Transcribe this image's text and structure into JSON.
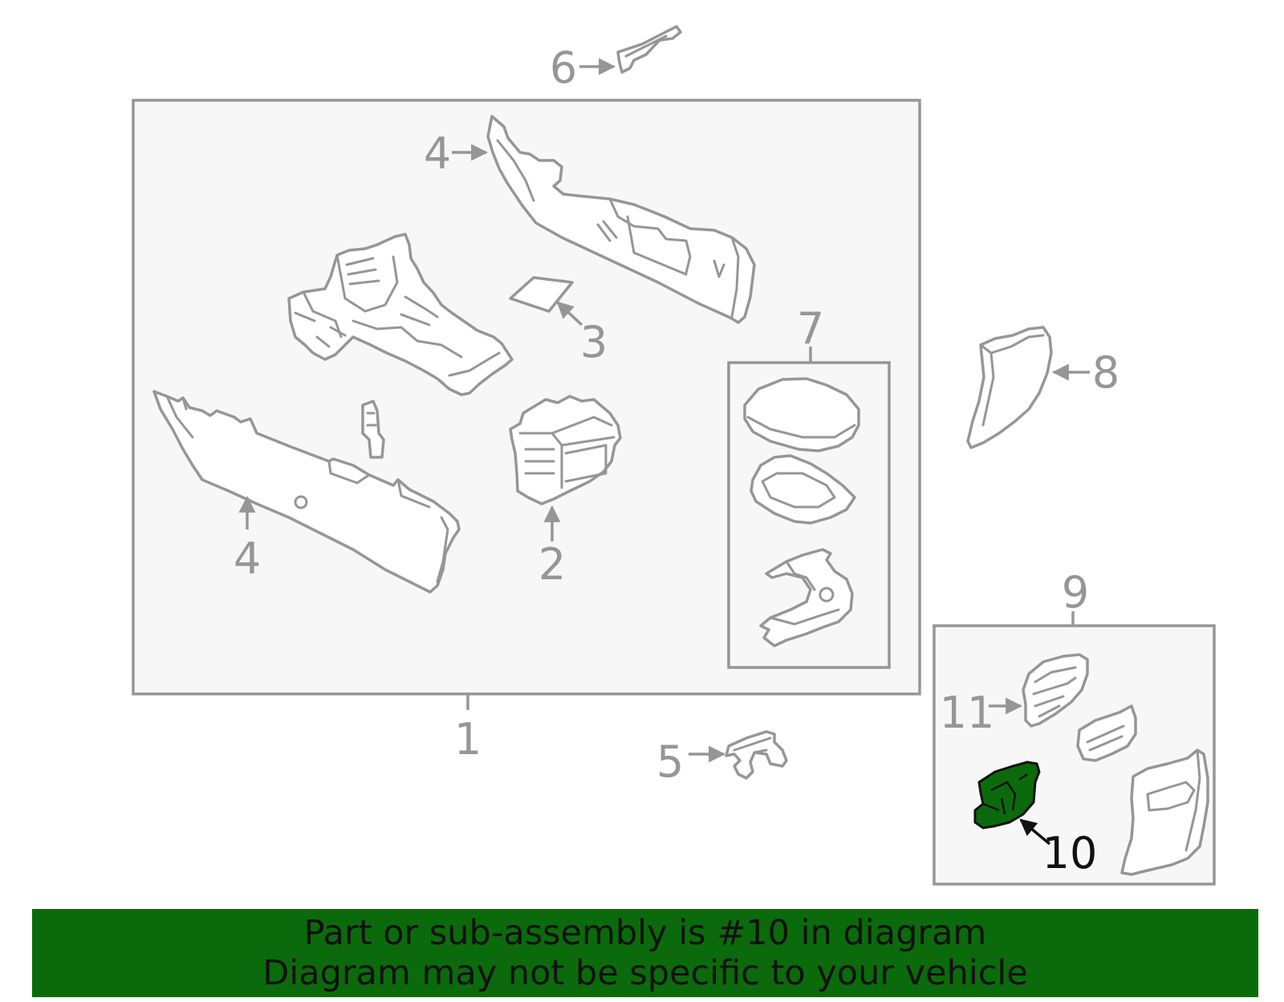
{
  "callouts": {
    "c1": "1",
    "c2": "2",
    "c3": "3",
    "c4_top": "4",
    "c4_bottom": "4",
    "c5": "5",
    "c6": "6",
    "c7": "7",
    "c8": "8",
    "c9": "9",
    "c10": "10",
    "c11": "11"
  },
  "highlighted_part": "10",
  "colors": {
    "line_gray": "#969696",
    "panel_fill": "#f7f7f7",
    "highlight_green": "#0b6a0b",
    "banner_green": "#0b6a0b",
    "text_dark": "#111111"
  },
  "banner": {
    "line1": "Part or sub-assembly is #10 in diagram",
    "line2": "Diagram may not be specific to your vehicle"
  }
}
